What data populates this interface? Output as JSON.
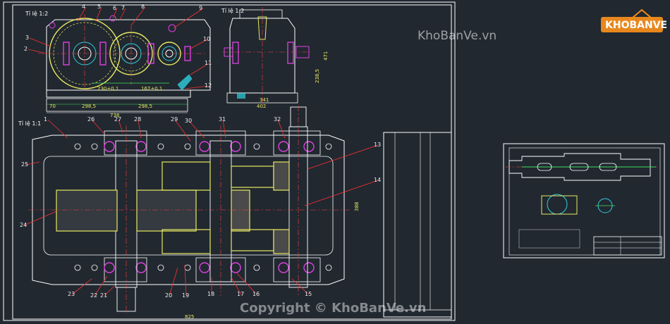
{
  "drawing": {
    "scale_labels": [
      "Tỉ lệ 1:2",
      "Tỉ lệ 1:2",
      "Tỉ lệ 1:1"
    ],
    "dimensions": [
      "230±0,1",
      "167±0,1",
      "70",
      "298,5",
      "298,5",
      "738",
      "471",
      "238,5",
      "341",
      "402",
      "388",
      "825"
    ],
    "part_numbers": [
      "1",
      "2",
      "3",
      "4",
      "5",
      "6",
      "7",
      "8",
      "9",
      "10",
      "11",
      "12",
      "13",
      "14",
      "15",
      "16",
      "17",
      "18",
      "19",
      "20",
      "21",
      "22",
      "23",
      "24",
      "25",
      "26",
      "27",
      "28",
      "29",
      "30",
      "31",
      "32"
    ]
  },
  "watermark": {
    "site": "KhoBanVe.vn",
    "copyright": "Copyright © KhoBanVe.vn"
  },
  "logo": {
    "text": "KHOBANVE"
  },
  "colors": {
    "background": "#212830",
    "frame": "#ffffff",
    "gear": "#e8e860",
    "bearing": "#e040e0",
    "center_line": "#ff4040",
    "leader": "#ff3030",
    "cyan": "#30d0e0",
    "green": "#40e060",
    "logo_orange": "#f28c1c"
  }
}
